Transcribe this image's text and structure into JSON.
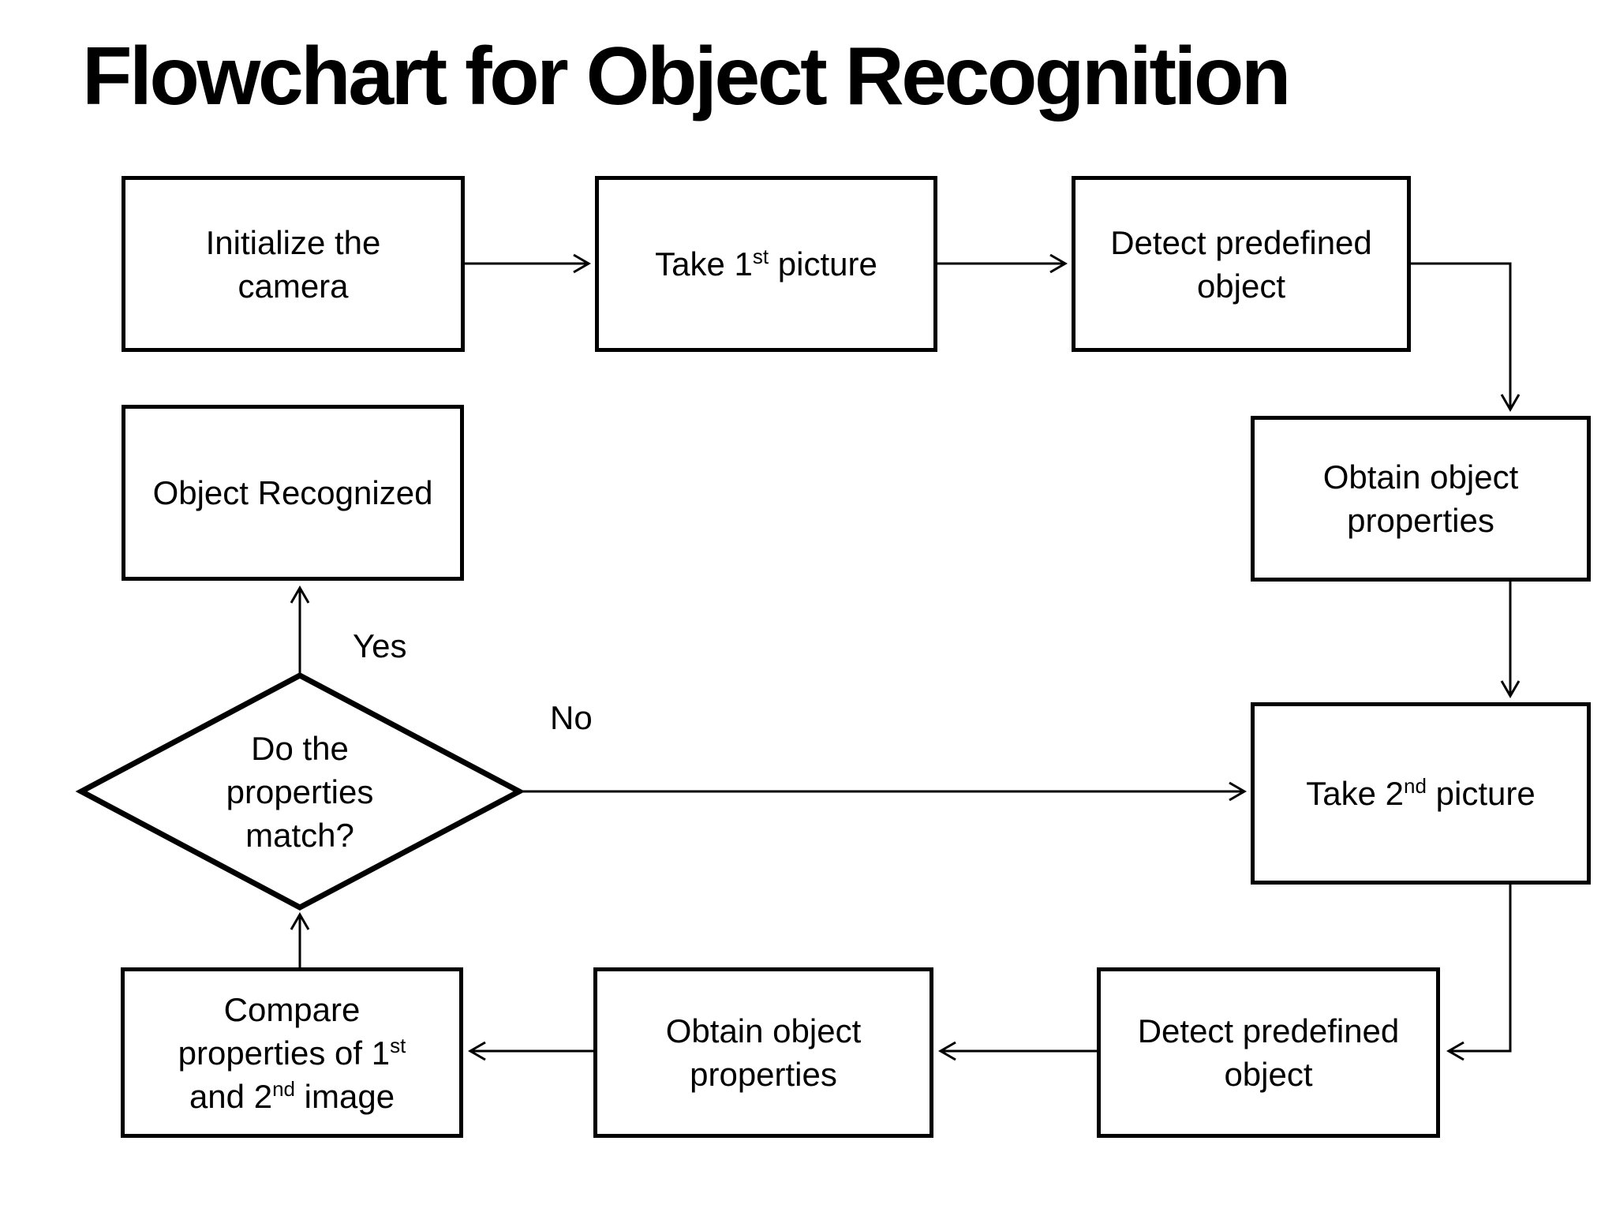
{
  "title": "Flowchart for Object Recognition",
  "colors": {
    "ink": "#000000",
    "paper": "#ffffff"
  },
  "edge_labels": {
    "yes": "Yes",
    "no": "No"
  },
  "nodes": {
    "init_camera": {
      "shape": "rect",
      "label_lines": [
        [
          "Initialize the"
        ],
        [
          "camera"
        ]
      ]
    },
    "take_first": {
      "shape": "rect",
      "label_lines": [
        [
          "Take 1",
          [
            "st"
          ],
          " picture"
        ]
      ]
    },
    "detect_first": {
      "shape": "rect",
      "label_lines": [
        [
          "Detect predefined"
        ],
        [
          "object"
        ]
      ]
    },
    "obtain_first": {
      "shape": "rect",
      "label_lines": [
        [
          "Obtain object"
        ],
        [
          "properties"
        ]
      ]
    },
    "take_second": {
      "shape": "rect",
      "label_lines": [
        [
          "Take 2",
          [
            "nd"
          ],
          " picture"
        ]
      ]
    },
    "detect_second": {
      "shape": "rect",
      "label_lines": [
        [
          "Detect predefined"
        ],
        [
          "object"
        ]
      ]
    },
    "obtain_second": {
      "shape": "rect",
      "label_lines": [
        [
          "Obtain object"
        ],
        [
          "properties"
        ]
      ]
    },
    "compare": {
      "shape": "rect",
      "label_lines": [
        [
          "Compare"
        ],
        [
          "properties of 1",
          [
            "st"
          ]
        ],
        [
          "and 2",
          [
            "nd"
          ],
          " image"
        ]
      ]
    },
    "object_recognized": {
      "shape": "rect",
      "label_lines": [
        [
          "Object Recognized"
        ]
      ]
    },
    "decision": {
      "shape": "diamond",
      "label_lines": [
        [
          "Do the"
        ],
        [
          "properties"
        ],
        [
          "match?"
        ]
      ]
    }
  }
}
